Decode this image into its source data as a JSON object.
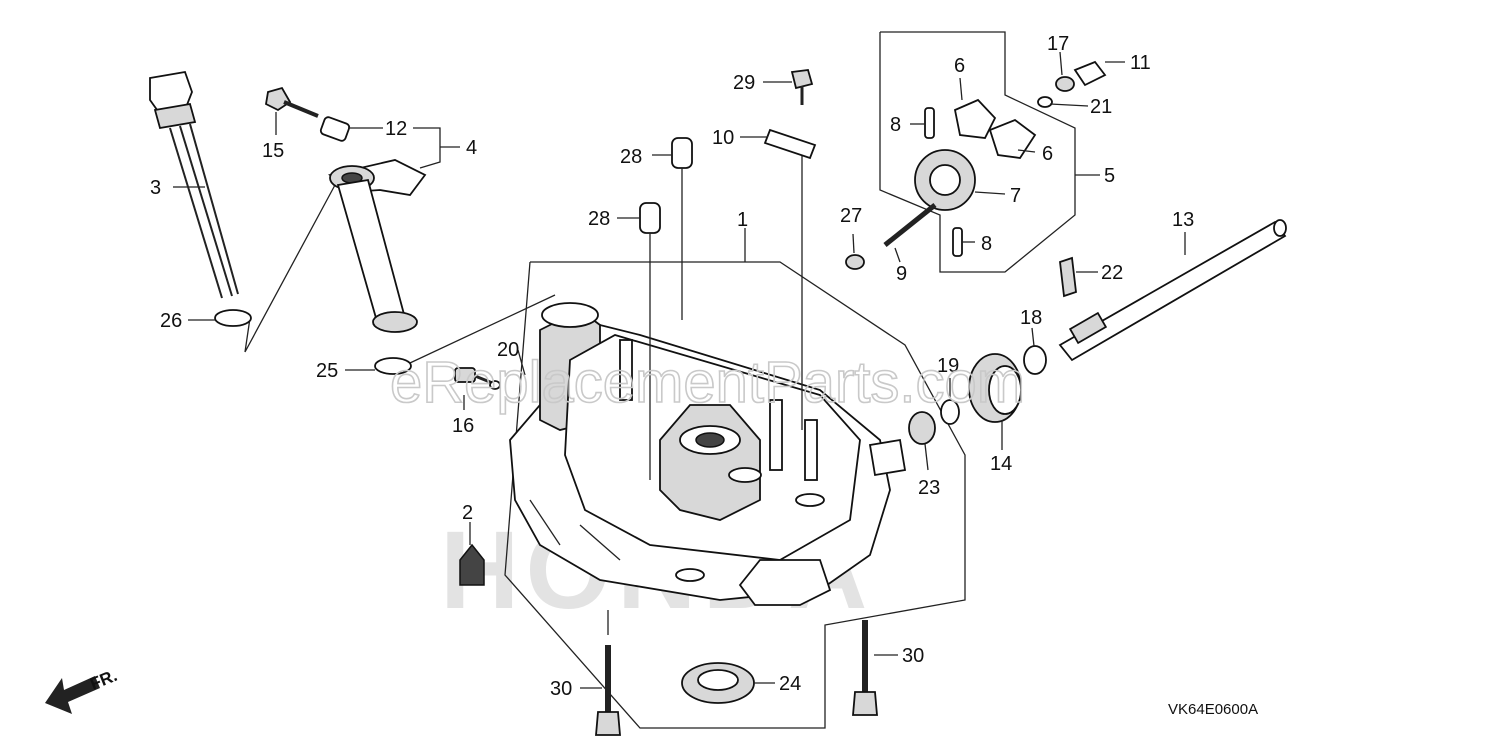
{
  "diagram": {
    "callouts": [
      "1",
      "2",
      "3",
      "4",
      "5",
      "6",
      "6",
      "7",
      "8",
      "8",
      "9",
      "10",
      "11",
      "12",
      "13",
      "14",
      "15",
      "16",
      "17",
      "18",
      "19",
      "20",
      "21",
      "22",
      "23",
      "24",
      "25",
      "26",
      "27",
      "28",
      "28",
      "29",
      "30",
      "30"
    ],
    "diagram_code": "VK64E0600A",
    "direction_marker": "FR.",
    "watermark": "eReplacementParts.com",
    "brand_mark": "HONDA"
  }
}
